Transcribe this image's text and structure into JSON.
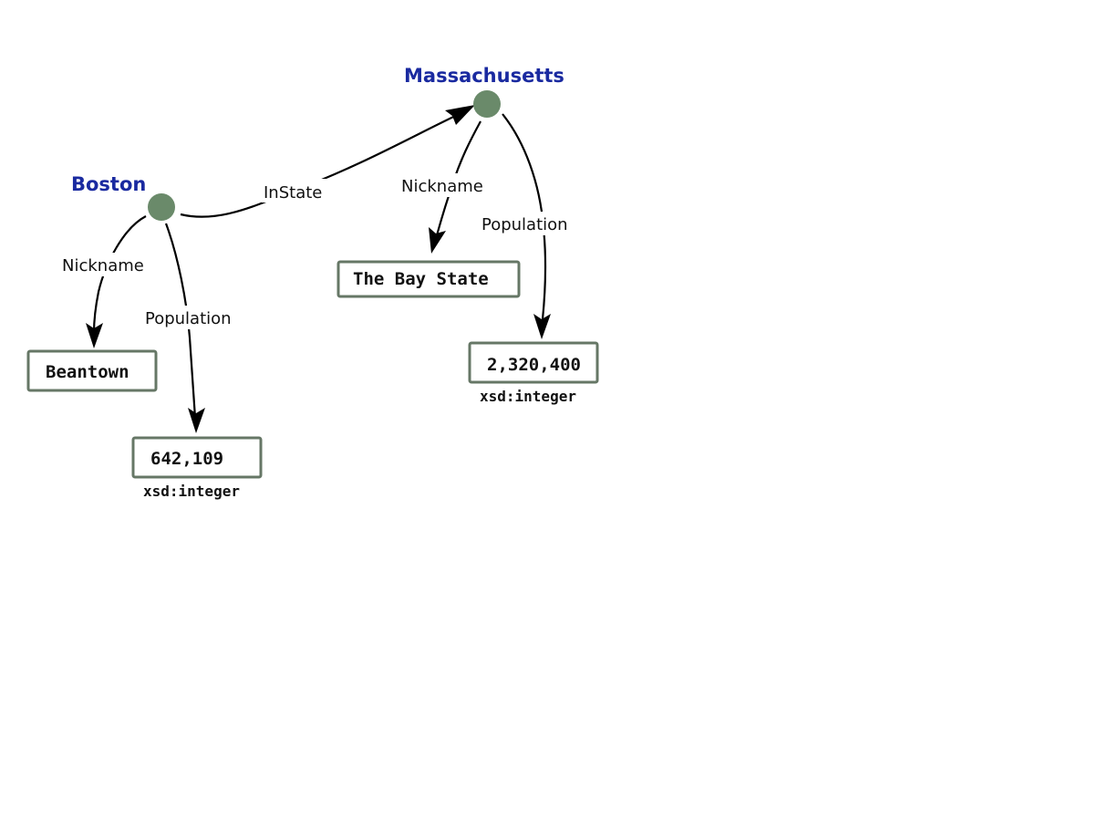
{
  "colors": {
    "node_fill": "#6a8a6a",
    "node_label": "#1a2aa0",
    "literal_border": "#667766",
    "edge": "#000000"
  },
  "nodes": [
    {
      "id": "boston",
      "label": "Boston"
    },
    {
      "id": "massachusetts",
      "label": "Massachusetts"
    }
  ],
  "literals": [
    {
      "id": "beantown",
      "value": "Beantown",
      "datatype": ""
    },
    {
      "id": "boston_pop",
      "value": "642,109",
      "datatype": "xsd:integer"
    },
    {
      "id": "bay_state",
      "value": "The Bay State",
      "datatype": ""
    },
    {
      "id": "ma_pop",
      "value": "2,320,400",
      "datatype": "xsd:integer"
    }
  ],
  "edges": [
    {
      "id": "instate",
      "from": "boston",
      "to": "massachusetts",
      "label": "InState"
    },
    {
      "id": "boston_nick",
      "from": "boston",
      "to": "beantown",
      "label": "Nickname"
    },
    {
      "id": "boston_popl",
      "from": "boston",
      "to": "boston_pop",
      "label": "Population"
    },
    {
      "id": "ma_nick",
      "from": "massachusetts",
      "to": "bay_state",
      "label": "Nickname"
    },
    {
      "id": "ma_popl",
      "from": "massachusetts",
      "to": "ma_pop",
      "label": "Population"
    }
  ]
}
